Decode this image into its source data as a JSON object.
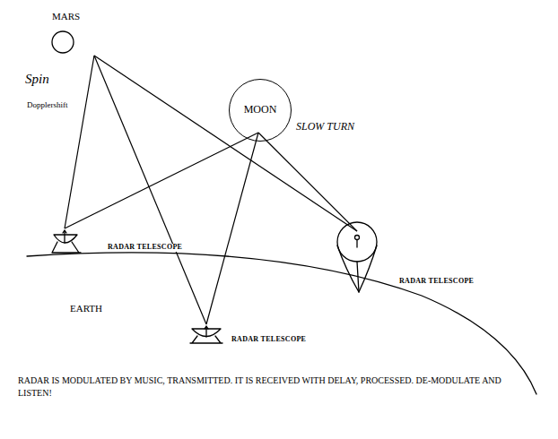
{
  "diagram": {
    "caption": "RADAR IS MODULATED BY MUSIC, TRANSMITTED. IT IS RECEIVED WITH DELAY, PROCESSED. DE-MODULATE AND LISTEN!",
    "nodes": [
      {
        "text": [
          "MARS"
        ]
      },
      {
        "text": [
          "MOON"
        ]
      },
      {
        "text": [
          "RADAR TELESCOPE"
        ]
      },
      {
        "text": [
          "RADAR TELESCOPE"
        ]
      },
      {
        "text": [
          "EARTH"
        ]
      },
      {
        "text": [
          "RADAR TELESCOPE"
        ]
      }
    ],
    "edges": [
      {
        "from": 0,
        "to": 2,
        "arrow": "none"
      },
      {
        "from": 1,
        "to": 2,
        "arrow": "none"
      },
      {
        "from": 0,
        "to": 5,
        "arrow": "none"
      },
      {
        "from": 1,
        "to": 5,
        "arrow": "none"
      },
      {
        "from": 0,
        "to": 3,
        "arrow": "none"
      },
      {
        "from": 1,
        "to": 3,
        "arrow": "none"
      }
    ],
    "labels": [
      "Spin",
      "Dopplershift",
      "SLOW TURN"
    ]
  }
}
